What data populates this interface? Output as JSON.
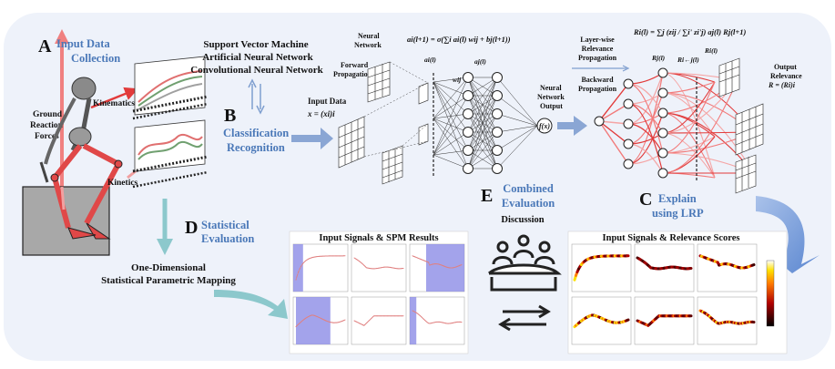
{
  "section_a": {
    "letter": "A",
    "title_line1": "Input Data",
    "title_line2": "Collection",
    "grf_line1": "Ground",
    "grf_line2": "Reaction",
    "grf_line3": "Forces",
    "kinematics": "Kinematics",
    "kinetics": "Kinetics"
  },
  "section_b": {
    "letter": "B",
    "title_line1": "Classification",
    "title_line2": "Recognition",
    "models": [
      "Support Vector Machine",
      "Artificial Neural Network",
      "Convolutional Neural Network"
    ]
  },
  "network": {
    "input_label": "Input Data",
    "input_formula": "x = (xi)i",
    "neural_label_1": "Neural",
    "neural_label_2": "Network",
    "forward_label_1": "Forward",
    "forward_label_2": "Propagation",
    "formula": "ai(l+1) = σ(∑i ai(l) wij + bj(l+1))",
    "a_i": "ai(l)",
    "w_ij": "wij",
    "a_j": "aj(l)",
    "output_label_1": "Neural",
    "output_label_2": "Network",
    "output_label_3": "Output",
    "output_fx": "f(x)"
  },
  "lrp": {
    "lw_label_1": "Layer-wise",
    "lw_label_2": "Relevance",
    "lw_label_3": "Propagation",
    "back_label_1": "Backward",
    "back_label_2": "Propagation",
    "formula": "Ri(l) = ∑j (zij / ∑i' zi'j) aj(l) Rj(l+1)",
    "r_j": "Rj(l)",
    "r_ij": "Ri←j(l)",
    "r_i": "Ri(l)",
    "out_rel_1": "Output",
    "out_rel_2": "Relevance",
    "out_rel_3": "R = (Ri)i"
  },
  "section_c": {
    "letter": "C",
    "title_line1": "Explain",
    "title_line2": "using LRP"
  },
  "section_d": {
    "letter": "D",
    "title_line1": "Statistical",
    "title_line2": "Evaluation",
    "method_line1": "One-Dimensional",
    "method_line2": "Statistical Parametric Mapping"
  },
  "section_e": {
    "letter": "E",
    "title_line1": "Combined",
    "title_line2": "Evaluation",
    "discussion": "Discussion"
  },
  "panels": {
    "spm_title": "Input Signals & SPM Results",
    "lrp_title": "Input Signals & Relevance Scores"
  },
  "colors": {
    "blue_text": "#4a78b8",
    "bg": "#eef2fa",
    "arrow": "#7f9fcf",
    "teal_arrow": "#8cc8cc",
    "red_arrow": "#e85a5a",
    "spm_shade": "#8c8ce6"
  }
}
